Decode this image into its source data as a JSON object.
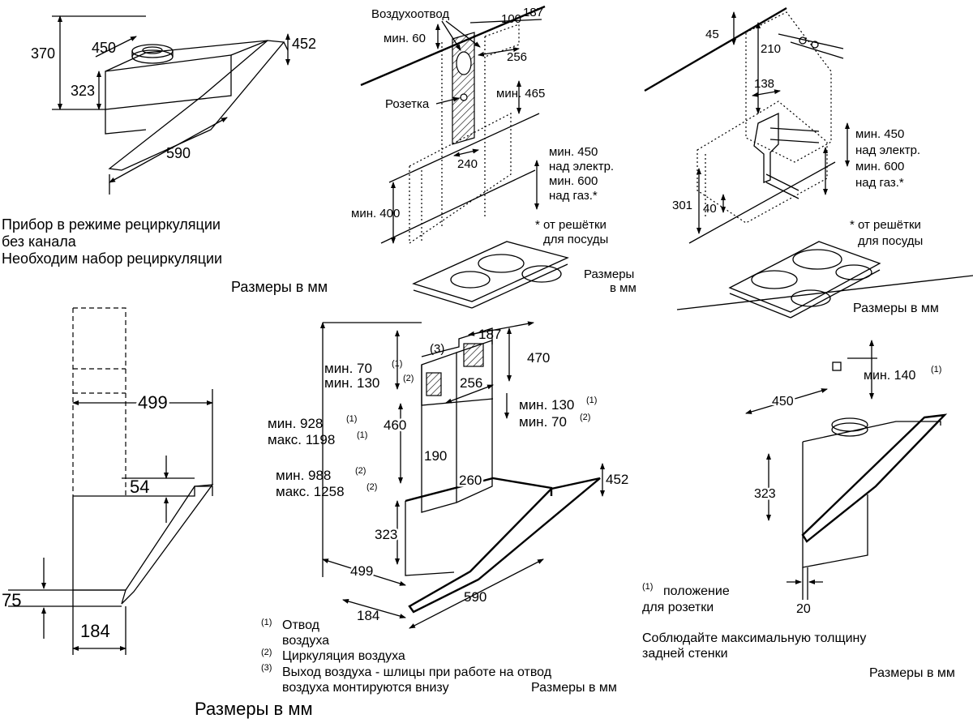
{
  "panel_tl": {
    "dims": {
      "d370": "370",
      "d450": "450",
      "d452": "452",
      "d323": "323",
      "d590": "590"
    },
    "caption_l1": "Прибор в режиме рециркуляции",
    "caption_l2": "без канала",
    "caption_l3": "Необходим набор рециркуляции",
    "units": "Размеры в мм"
  },
  "panel_tm": {
    "duct_label": "Воздухоотвод",
    "socket_label": "Розетка",
    "dims": {
      "d100": "100",
      "d187": "187",
      "min60": "мин. 60",
      "d256": "256",
      "min465": "мин. 465",
      "d240": "240",
      "min400": "мин. 400"
    },
    "note_l1": "мин. 450",
    "note_l2": "над электр.",
    "note_l3": "мин. 600",
    "note_l4": "над газ.*",
    "foot_l1": "* от решётки",
    "foot_l2": "для посуды",
    "units_l1": "Размеры",
    "units_l2": "в мм"
  },
  "panel_tr": {
    "dims": {
      "d45": "45",
      "d210": "210",
      "d138": "138",
      "d301": "301",
      "d40": "40"
    },
    "note_l1": "мин. 450",
    "note_l2": "над электр.",
    "note_l3": "мин. 600",
    "note_l4": "над газ.*",
    "foot_l1": "* от решётки",
    "foot_l2": "для посуды",
    "units": "Размеры в мм"
  },
  "panel_bl": {
    "dims": {
      "d499": "499",
      "d54": "54",
      "d75": "75",
      "d184": "184"
    },
    "units": "Размеры в мм"
  },
  "panel_bm": {
    "dims": {
      "d187": "187",
      "d470": "470",
      "d256": "256",
      "note3": "(3)",
      "min70": "мин. 70",
      "min130": "мин. 130",
      "min130b": "мин. 130",
      "min70b": "мин. 70",
      "min928": "мин. 928",
      "max1198": "макс. 1198",
      "min988": "мин. 988",
      "max1258": "макс. 1258",
      "d460": "460",
      "d190": "190",
      "d260": "260",
      "d452": "452",
      "d323": "323",
      "d499": "499",
      "d590": "590",
      "d184": "184"
    },
    "sup1": "(1)",
    "sup2": "(2)",
    "legend_1_l1": "Отвод",
    "legend_1_l2": "воздуха",
    "legend_2": "Циркуляция воздуха",
    "legend_3_l1": "Выход воздуха - шлицы при работе на отвод",
    "legend_3_l2": "воздуха монтируются внизу",
    "units": "Размеры в мм"
  },
  "panel_br": {
    "dims": {
      "min140": "мин. 140",
      "d450": "450",
      "d323": "323",
      "d20": "20"
    },
    "note_pos_l1": "положение",
    "note_pos_l2": "для розетки",
    "note_wall_l1": "Соблюдайте максимальную толщину",
    "note_wall_l2": "задней стенки",
    "units": "Размеры в мм"
  }
}
